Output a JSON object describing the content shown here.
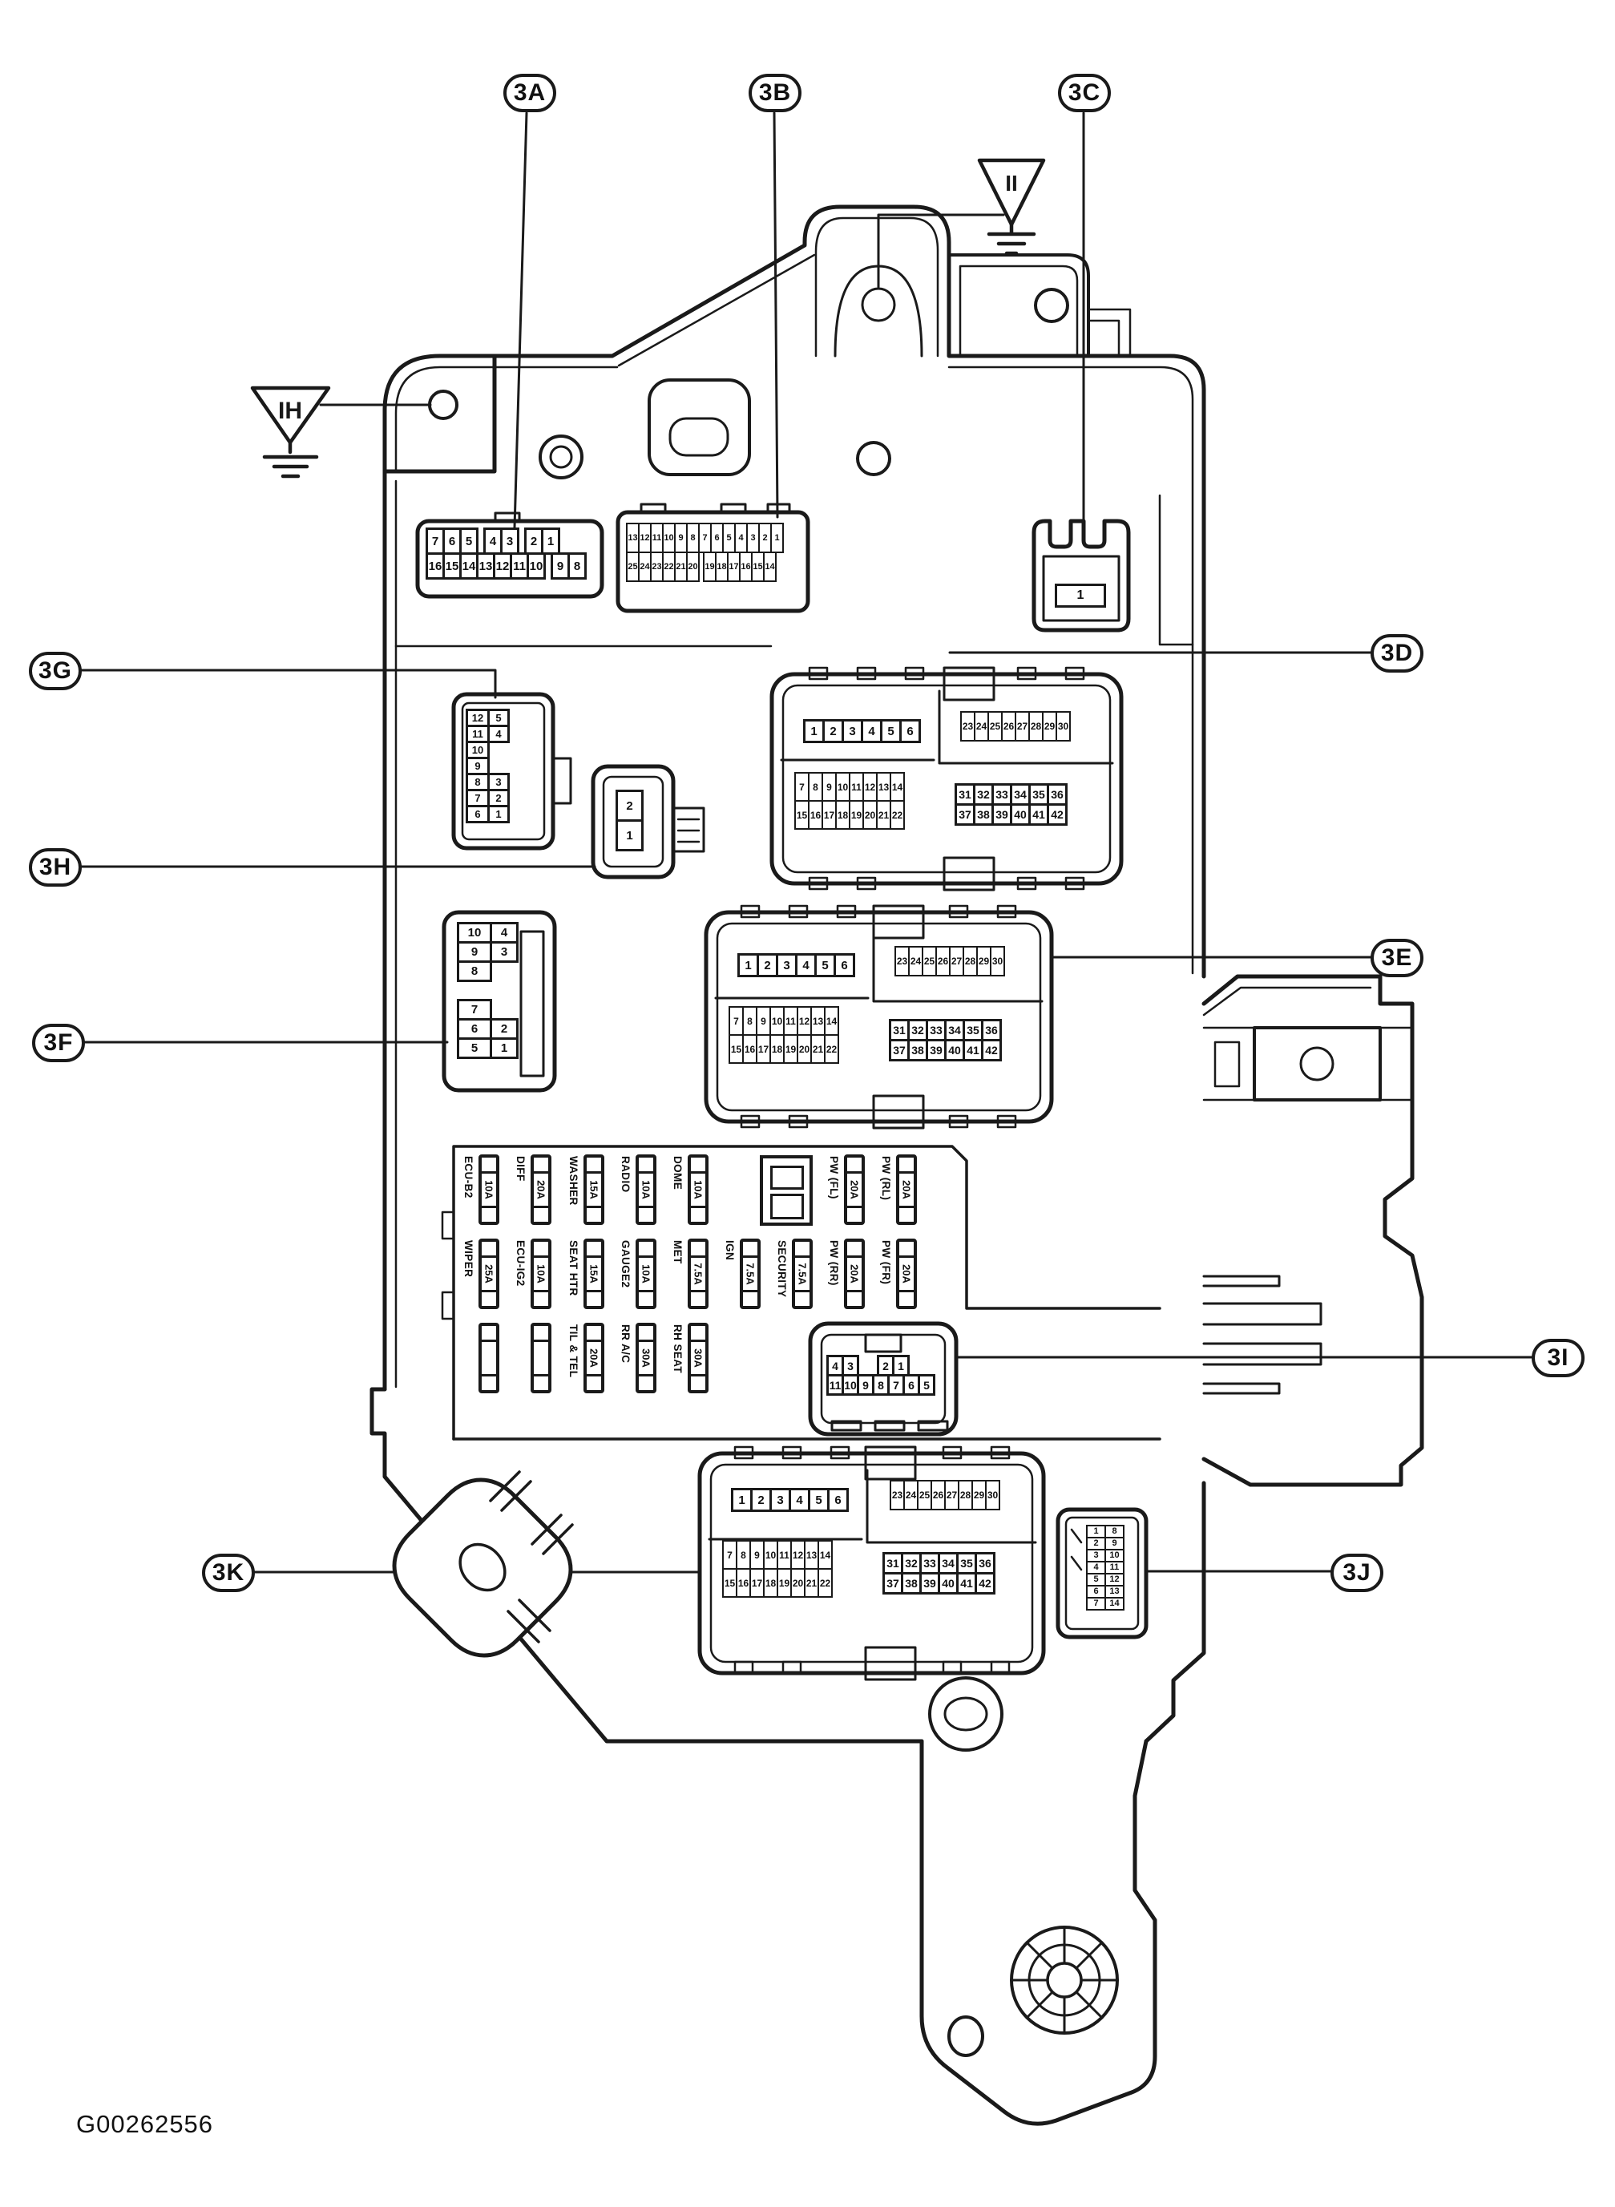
{
  "meta": {
    "part_number": "G00262556"
  },
  "callouts": {
    "a": "3A",
    "b": "3B",
    "c": "3C",
    "d": "3D",
    "e": "3E",
    "f": "3F",
    "g": "3G",
    "h": "3H",
    "i": "3I",
    "j": "3J",
    "k": "3K"
  },
  "grounds": {
    "ih": "IH",
    "ii": "II"
  },
  "connectors": {
    "c3a": {
      "rows": [
        [
          "7",
          "6",
          "5",
          "",
          "4",
          "3",
          "",
          "2",
          "1"
        ],
        [
          "16",
          "15",
          "14",
          "13",
          "12",
          "11",
          "10",
          "",
          "9",
          "8"
        ]
      ]
    },
    "c3b": {
      "rows": [
        [
          "13",
          "12",
          "11",
          "10",
          "9",
          "8",
          "7",
          "6",
          "5",
          "4",
          "3",
          "2",
          "1"
        ],
        [
          "25",
          "24",
          "23",
          "22",
          "21",
          "20",
          "",
          "19",
          "18",
          "17",
          "16",
          "15",
          "14"
        ]
      ]
    },
    "c3c": {
      "pin": "1"
    },
    "c3g": {
      "rows": [
        [
          "12",
          "5"
        ],
        [
          "11",
          "4"
        ],
        [
          "10",
          ""
        ],
        [
          "9",
          ""
        ],
        [
          "8",
          "3"
        ],
        [
          "7",
          "2"
        ],
        [
          "6",
          "1"
        ]
      ]
    },
    "c3h": {
      "pins": [
        "2",
        "1"
      ]
    },
    "c3f": {
      "rows": [
        [
          "10",
          "4"
        ],
        [
          "9",
          "3"
        ],
        [
          "8",
          ""
        ],
        [
          "",
          ""
        ],
        [
          "7",
          ""
        ],
        [
          "6",
          "2"
        ],
        [
          "5",
          "1"
        ]
      ]
    },
    "c3i": {
      "rows": [
        [
          "4",
          "3",
          "",
          "2",
          "1"
        ],
        [
          "11",
          "10",
          "9",
          "8",
          "7",
          "6",
          "5"
        ]
      ]
    },
    "c3j": {
      "rows": [
        [
          "1",
          "8"
        ],
        [
          "2",
          "9"
        ],
        [
          "3",
          "10"
        ],
        [
          "4",
          "11"
        ],
        [
          "5",
          "12"
        ],
        [
          "6",
          "13"
        ],
        [
          "7",
          "14"
        ]
      ]
    },
    "block": {
      "strip_a": [
        "1",
        "2",
        "3",
        "4",
        "5",
        "6"
      ],
      "strip_b": [
        "23",
        "24",
        "25",
        "26",
        "27",
        "28",
        "29",
        "30"
      ],
      "grid_left": [
        [
          "7",
          "8",
          "9",
          "10",
          "11",
          "12",
          "13",
          "14"
        ],
        [
          "15",
          "16",
          "17",
          "18",
          "19",
          "20",
          "21",
          "22"
        ]
      ],
      "grid_right": [
        [
          "31",
          "32",
          "33",
          "34",
          "35",
          "36"
        ],
        [
          "37",
          "38",
          "39",
          "40",
          "41",
          "42"
        ]
      ]
    }
  },
  "fuses": [
    {
      "name": "ECU-B2",
      "amp": "10A",
      "row": 0,
      "col": 0
    },
    {
      "name": "DIFF",
      "amp": "20A",
      "row": 0,
      "col": 1
    },
    {
      "name": "WASHER",
      "amp": "15A",
      "row": 0,
      "col": 2
    },
    {
      "name": "RADIO",
      "amp": "10A",
      "row": 0,
      "col": 3
    },
    {
      "name": "DOME",
      "amp": "10A",
      "row": 0,
      "col": 4
    },
    {
      "name": "PW (FL)",
      "amp": "20A",
      "row": 0,
      "col": 7
    },
    {
      "name": "PW (RL)",
      "amp": "20A",
      "row": 0,
      "col": 8
    },
    {
      "name": "WIPER",
      "amp": "25A",
      "row": 1,
      "col": 0
    },
    {
      "name": "ECU-IG2",
      "amp": "10A",
      "row": 1,
      "col": 1
    },
    {
      "name": "SEAT HTR",
      "amp": "15A",
      "row": 1,
      "col": 2
    },
    {
      "name": "GAUGE2",
      "amp": "10A",
      "row": 1,
      "col": 3
    },
    {
      "name": "MET",
      "amp": "7.5A",
      "row": 1,
      "col": 4
    },
    {
      "name": "IGN",
      "amp": "7.5A",
      "row": 1,
      "col": 5
    },
    {
      "name": "SECURITY",
      "amp": "7.5A",
      "row": 1,
      "col": 6
    },
    {
      "name": "PW (RR)",
      "amp": "20A",
      "row": 1,
      "col": 7
    },
    {
      "name": "PW (FR)",
      "amp": "20A",
      "row": 1,
      "col": 8
    },
    {
      "name": "",
      "amp": "",
      "row": 2,
      "col": 0
    },
    {
      "name": "",
      "amp": "",
      "row": 2,
      "col": 1
    },
    {
      "name": "TIL & TEL",
      "amp": "20A",
      "row": 2,
      "col": 2
    },
    {
      "name": "RR A/C",
      "amp": "30A",
      "row": 2,
      "col": 3
    },
    {
      "name": "RH SEAT",
      "amp": "30A",
      "row": 2,
      "col": 4
    }
  ]
}
